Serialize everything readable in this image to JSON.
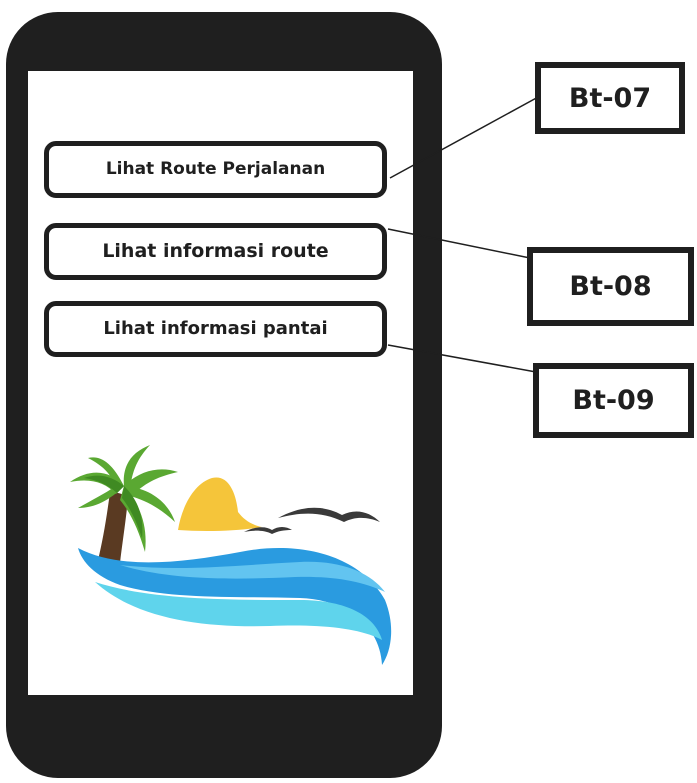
{
  "buttons": [
    {
      "label": "Lihat Route Perjalanan"
    },
    {
      "label": "Lihat informasi route"
    },
    {
      "label": "Lihat informasi pantai"
    }
  ],
  "callouts": [
    {
      "label": "Bt-07"
    },
    {
      "label": "Bt-08"
    },
    {
      "label": "Bt-09"
    }
  ],
  "colors": {
    "phone_body": "#1f1f1f",
    "screen": "#ffffff",
    "palm_leaves": "#5aa832",
    "palm_trunk": "#5a3a22",
    "sun": "#f5c53a",
    "wave_dark": "#2a9be0",
    "wave_light": "#5fd4ec",
    "birds": "#3a3a3a"
  },
  "illustration": {
    "name": "beach-logo",
    "elements": [
      "palm-tree",
      "sun",
      "birds",
      "wave"
    ]
  }
}
